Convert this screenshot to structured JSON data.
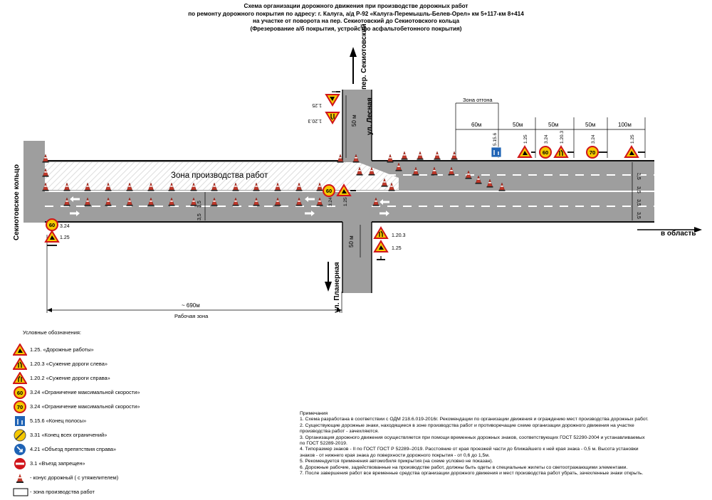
{
  "title": {
    "lines": [
      "Схема организации дорожного движения при производстве дорожных работ",
      "по ремонту дорожного покрытия по адресу: г. Калуга, а/д Р-92 «Калуга-Перемышль-Белев-Орел» км 5+117-км 8+414",
      "на участке от поворота на пер. Секиотовский до Секиотовского кольца",
      "(Фрезерование а/б покрытия, устройство асфальтобетонного покрытия)"
    ]
  },
  "roads": {
    "ring": "Секиотовское кольцо",
    "north_lane": "пер. Секиотовский",
    "north_street": "ул. Лесная",
    "south_street": "ул. Планерная",
    "direction": "в область"
  },
  "zone_label": "Зона производства работ",
  "taper_label": "Зона отгона",
  "dimensions": {
    "d60": "60м",
    "d50a": "50м",
    "d50b": "50м",
    "d50c": "50м",
    "d100": "100м",
    "north_50": "50 м",
    "south_50": "50 м",
    "lane_35": "3,5",
    "total": "~ 690м",
    "work_zone": "Рабочая зона"
  },
  "sign_labels": {
    "s125": "1.25",
    "s1203": "1.20.3",
    "s324": "3.24",
    "s5156": "5.15.6",
    "speed60": "60",
    "speed70": "70"
  },
  "legend": {
    "heading": "Условные обозначения:",
    "items": [
      {
        "icon": "road-works-sign-icon",
        "text": "1.25. «Дорожные работы»"
      },
      {
        "icon": "narrowing-left-sign-icon",
        "text": "1.20.3 «Сужение дороги слева»"
      },
      {
        "icon": "narrowing-right-sign-icon",
        "text": "1.20.2 «Сужение дороги справа»"
      },
      {
        "icon": "speed-limit-60-icon",
        "text": "3.24 «Ограничение максимальной скорости»"
      },
      {
        "icon": "speed-limit-70-icon",
        "text": "3.24 «Ограничение максимальной скорости»"
      },
      {
        "icon": "end-of-lane-sign-icon",
        "text": "5.15.6 «Конец полосы»"
      },
      {
        "icon": "end-of-restrictions-sign-icon",
        "text": "3.31 «Конец всех ограничений»"
      },
      {
        "icon": "keep-right-sign-icon",
        "text": "4.21 «Объезд препятствия справа»"
      },
      {
        "icon": "no-entry-sign-icon",
        "text": "3.1 «Въезд запрещен»"
      },
      {
        "icon": "traffic-cone-icon",
        "text": "- конус дорожный ( с утяжелителем)"
      },
      {
        "icon": "work-zone-swatch-icon",
        "text": "- зона производства работ"
      }
    ]
  },
  "notes": {
    "heading": "Примечания",
    "lines": [
      "1. Схема разработана в соответствии с ОДМ 218.6.019-2016г. Рекомендации по организации движения и ограждению мест производства дорожных работ.",
      "2. Существующие дорожные знаки, находящиеся в зоне производства работ и противоречащие схеме организации дорожного движения на участке",
      "производства работ - зачехляются.",
      "3. Организация дорожного движения осуществляется при помощи временных дорожных знаков, соответствующих ГОСТ 52290-2004 и устанавливаемых",
      "по ГОСТ 52289-2019.",
      "4. Типоразмер знаков - II по ГОСТ ГОСТ Р 52289–2019. Расстояние от края проезжей части до ближайшего к ней края знака - 0,5 м. Высота установки",
      "знаков - от нижнего края знака до поверхности дорожного покрытия - от 0,6 до 1,5м.",
      "5. Рекомендуется применения автомобиля прикрытия (на схеме условно не показан).",
      "6. Дорожные рабочие, задействованные на производстве работ, должны быть одеты в специальные жилеты со светоотражающими элементами.",
      "7. После завершения работ все временные средства организации дорожного движения и мест производства работ убрать, зачехленные знаки открыть."
    ]
  },
  "colors": {
    "road": "#9e9e9e",
    "sign_yellow": "#f5c800",
    "sign_red": "#d0141a",
    "sign_blue": "#1f63b5",
    "cone_red": "#c0392b"
  }
}
